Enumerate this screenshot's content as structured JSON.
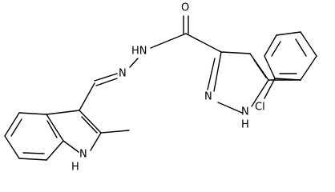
{
  "atom_labels": {
    "carbonyl_o": "O",
    "hydrazide_nh": "HN",
    "hydrazone_n": "N",
    "pyrazole_n": "N",
    "pyrazole_nh": "N",
    "pyrazole_h": "H",
    "indole_n": "N",
    "indole_h": "H",
    "chloro": "Cl"
  },
  "colors": {
    "bond": "#000000",
    "text": "#000000",
    "background": "#ffffff"
  }
}
